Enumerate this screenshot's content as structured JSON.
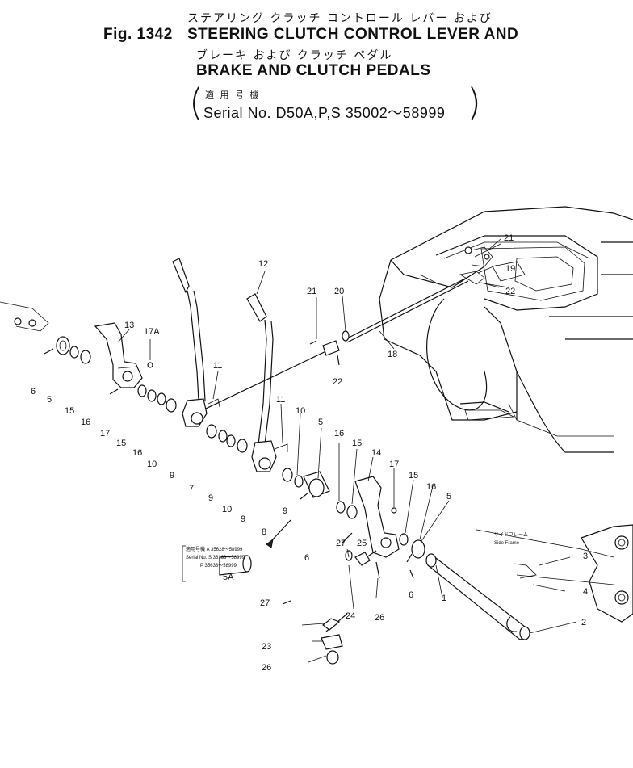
{
  "header": {
    "fig_label": "Fig. 1342",
    "title_jp_line1": "ステアリング クラッチ コントロール レバー および",
    "title_en_line1": "STEERING CLUTCH CONTROL LEVER AND",
    "title_jp_line2": "ブレーキ および クラッチ ペダル",
    "title_en_line2": "BRAKE AND CLUTCH PEDALS",
    "serial_jp": "適 用 号 機",
    "serial_en": "Serial No. D50A,P,S 35002～58999"
  },
  "callouts": {
    "c1": "1",
    "c2": "2",
    "c3": "3",
    "c4": "4",
    "c5a": "5",
    "c5b": "5",
    "c5c": "5",
    "c6a": "6",
    "c6b": "6",
    "c6c": "6",
    "c7": "7",
    "c8": "8",
    "c9a": "9",
    "c9b": "9",
    "c9c": "9",
    "c9d": "9",
    "c10a": "10",
    "c10b": "10",
    "c10c": "10",
    "c11a": "11",
    "c11b": "11",
    "c12": "12",
    "c13": "13",
    "c14": "14",
    "c15a": "15",
    "c15b": "15",
    "c15c": "15",
    "c15d": "15",
    "c16a": "16",
    "c16b": "16",
    "c16c": "16",
    "c16d": "16",
    "c17a": "17",
    "c17b": "17",
    "c17A": "17A",
    "c18": "18",
    "c19": "19",
    "c20": "20",
    "c21a": "21",
    "c21b": "21",
    "c22a": "22",
    "c22b": "22",
    "c23": "23",
    "c24": "24",
    "c25": "25",
    "c26a": "26",
    "c26b": "26",
    "c27a": "27",
    "c27b": "27",
    "c5A": "5A"
  },
  "inset_note": {
    "line1": "適用号機 A 35628～58999",
    "line2": "Serial No. S 36166～58999",
    "line3": "P 35633～58999"
  },
  "side_frame": {
    "jp": "サイドフレーム",
    "en": "Side Frame"
  }
}
